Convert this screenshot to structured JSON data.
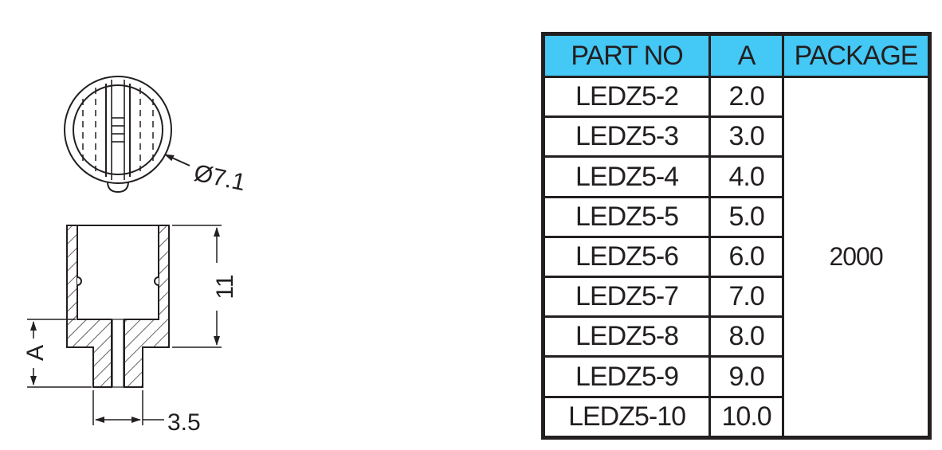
{
  "drawing": {
    "diameter_label": "Ø7.1",
    "height_label": "11",
    "a_label": "A",
    "width_label": "3.5"
  },
  "table": {
    "headers": [
      "PART NO",
      "A",
      "PACKAGE"
    ],
    "rows": [
      {
        "part": "LEDZ5-2",
        "a": "2.0"
      },
      {
        "part": "LEDZ5-3",
        "a": "3.0"
      },
      {
        "part": "LEDZ5-4",
        "a": "4.0"
      },
      {
        "part": "LEDZ5-5",
        "a": "5.0"
      },
      {
        "part": "LEDZ5-6",
        "a": "6.0"
      },
      {
        "part": "LEDZ5-7",
        "a": "7.0"
      },
      {
        "part": "LEDZ5-8",
        "a": "8.0"
      },
      {
        "part": "LEDZ5-9",
        "a": "9.0"
      },
      {
        "part": "LEDZ5-10",
        "a": "10.0"
      }
    ],
    "package": "2000"
  },
  "colors": {
    "header_bg": "#44c8f5",
    "line": "#231f20"
  }
}
